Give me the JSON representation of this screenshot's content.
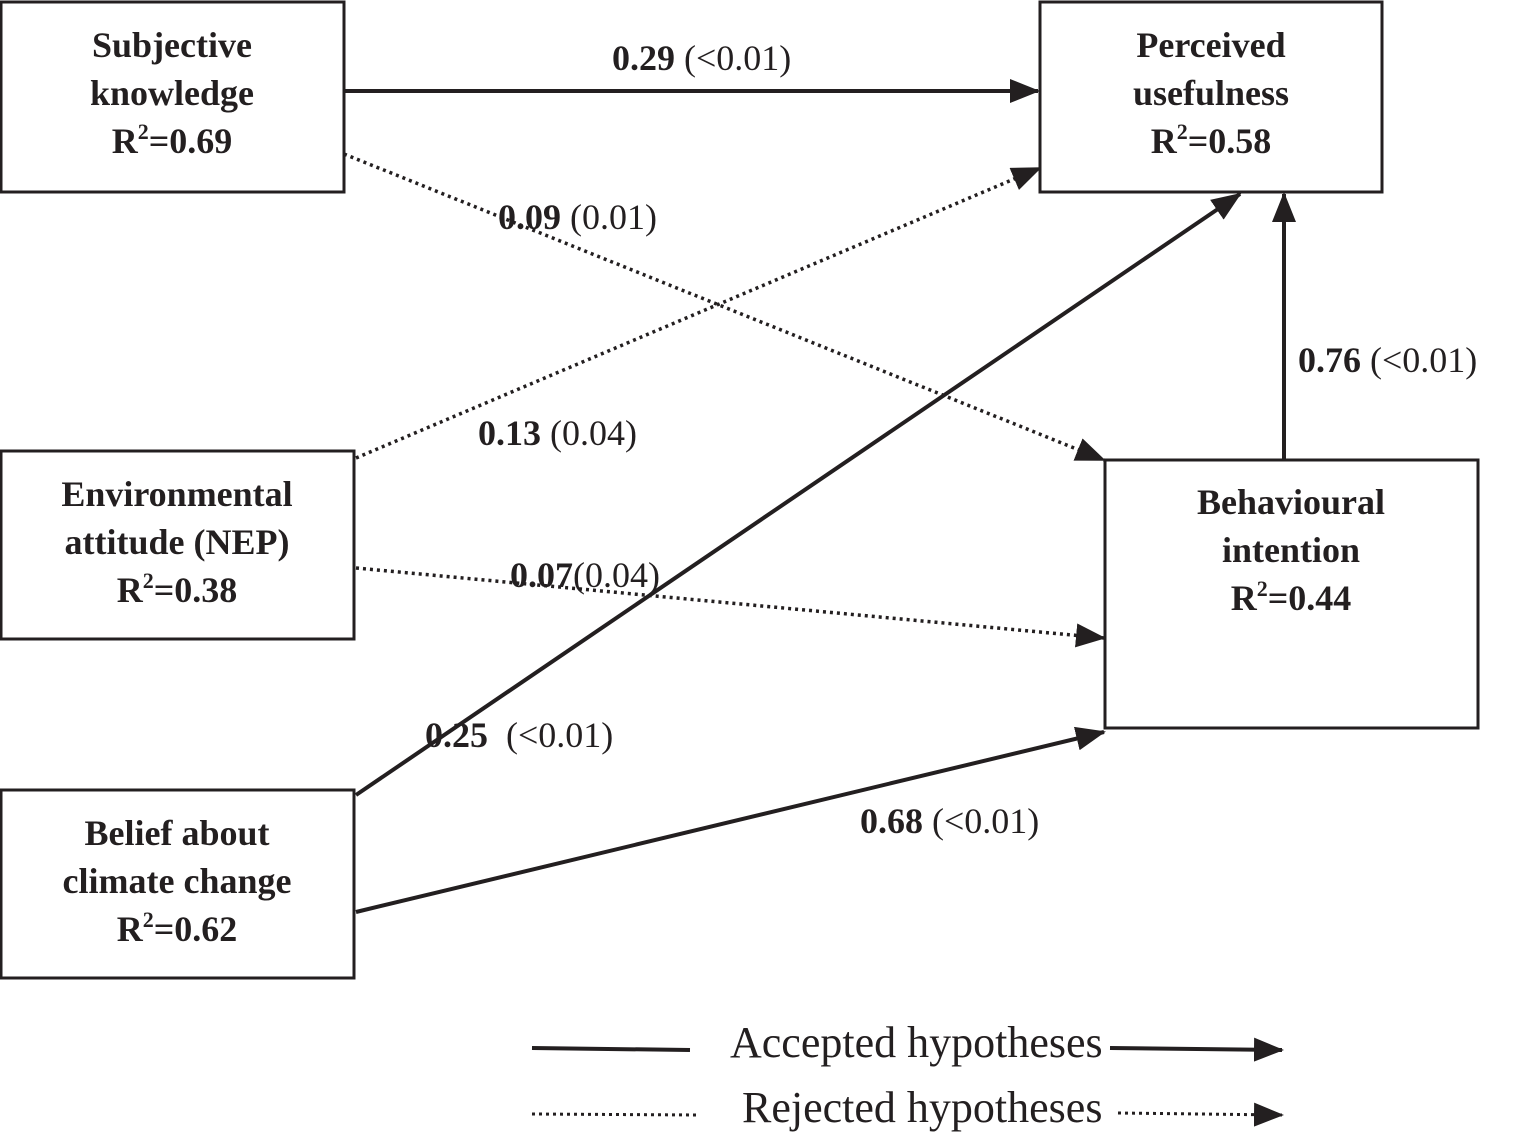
{
  "nodes": {
    "subjective_knowledge": {
      "line1": "Subjective",
      "line2": "knowledge",
      "r2_prefix": "R",
      "r2_sup": "2",
      "r2_value": "=0.69"
    },
    "perceived_usefulness": {
      "line1": "Perceived",
      "line2": "usefulness",
      "r2_prefix": "R",
      "r2_sup": "2",
      "r2_value": "=0.58"
    },
    "environmental_attitude": {
      "line1": "Environmental",
      "line2": "attitude (NEP)",
      "r2_prefix": "R",
      "r2_sup": "2",
      "r2_value": "=0.38"
    },
    "behavioural_intention": {
      "line1": "Behavioural",
      "line2": "intention",
      "r2_prefix": "R",
      "r2_sup": "2",
      "r2_value": "=0.44"
    },
    "belief_climate": {
      "line1": "Belief about",
      "line2": "climate change",
      "r2_prefix": "R",
      "r2_sup": "2",
      "r2_value": "=0.62"
    }
  },
  "edges": {
    "sk_pu": {
      "coef": "0.29",
      "p": " (<0.01)",
      "status": "accepted"
    },
    "sk_bi": {
      "coef": "0.09",
      "p": " (0.01)",
      "status": "rejected"
    },
    "ea_pu": {
      "coef": "0.13",
      "p": " (0.04)",
      "status": "rejected"
    },
    "ea_bi": {
      "coef": "0.07",
      "p": "(0.04)",
      "status": "rejected"
    },
    "bc_pu": {
      "coef": "0.25",
      "p": "  (<0.01)",
      "status": "accepted"
    },
    "bc_bi": {
      "coef": "0.68",
      "p": " (<0.01)",
      "status": "accepted"
    },
    "bi_pu": {
      "coef": "0.76",
      "p": " (<0.01)",
      "status": "accepted"
    }
  },
  "legend": {
    "accepted": "Accepted hypotheses",
    "rejected": "Rejected hypotheses"
  }
}
